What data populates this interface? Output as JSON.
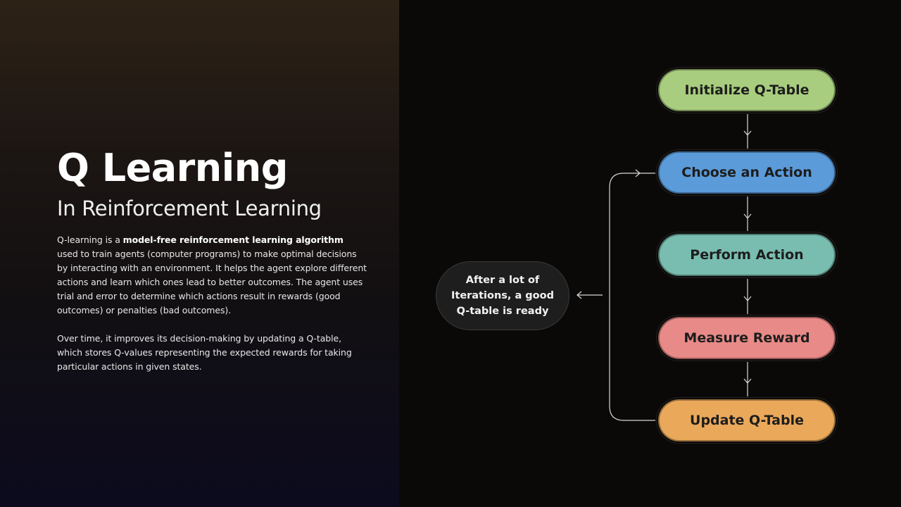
{
  "slide": {
    "title": "Q Learning",
    "subtitle": "In Reinforcement Learning",
    "paragraph1": {
      "lead": "Q-learning is a ",
      "bold": "model-free reinforcement learning algorithm",
      "rest": " used to train agents (computer programs) to make optimal decisions by interacting with an environment. It helps the agent explore different actions and learn which ones lead to better outcomes. The agent uses trial and error to determine which actions result in rewards (good outcomes) or penalties (bad outcomes)."
    },
    "paragraph2": "Over time, it improves its decision-making by updating a Q-table, which stores Q-values representing the expected rewards for taking particular actions in given states."
  },
  "flow": {
    "steps": [
      {
        "label": "Initialize Q-Table",
        "color": "#a8cd7e"
      },
      {
        "label": "Choose an Action",
        "color": "#5b9bd9"
      },
      {
        "label": "Perform Action",
        "color": "#79bdb0"
      },
      {
        "label": "Measure Reward",
        "color": "#e88a87"
      },
      {
        "label": "Update Q-Table",
        "color": "#eaa95a"
      }
    ],
    "note": "After a lot of Iterations, a good Q-table is ready"
  },
  "theme": {
    "connector_color": "#d8d8d8",
    "text_color": "#ffffff"
  }
}
